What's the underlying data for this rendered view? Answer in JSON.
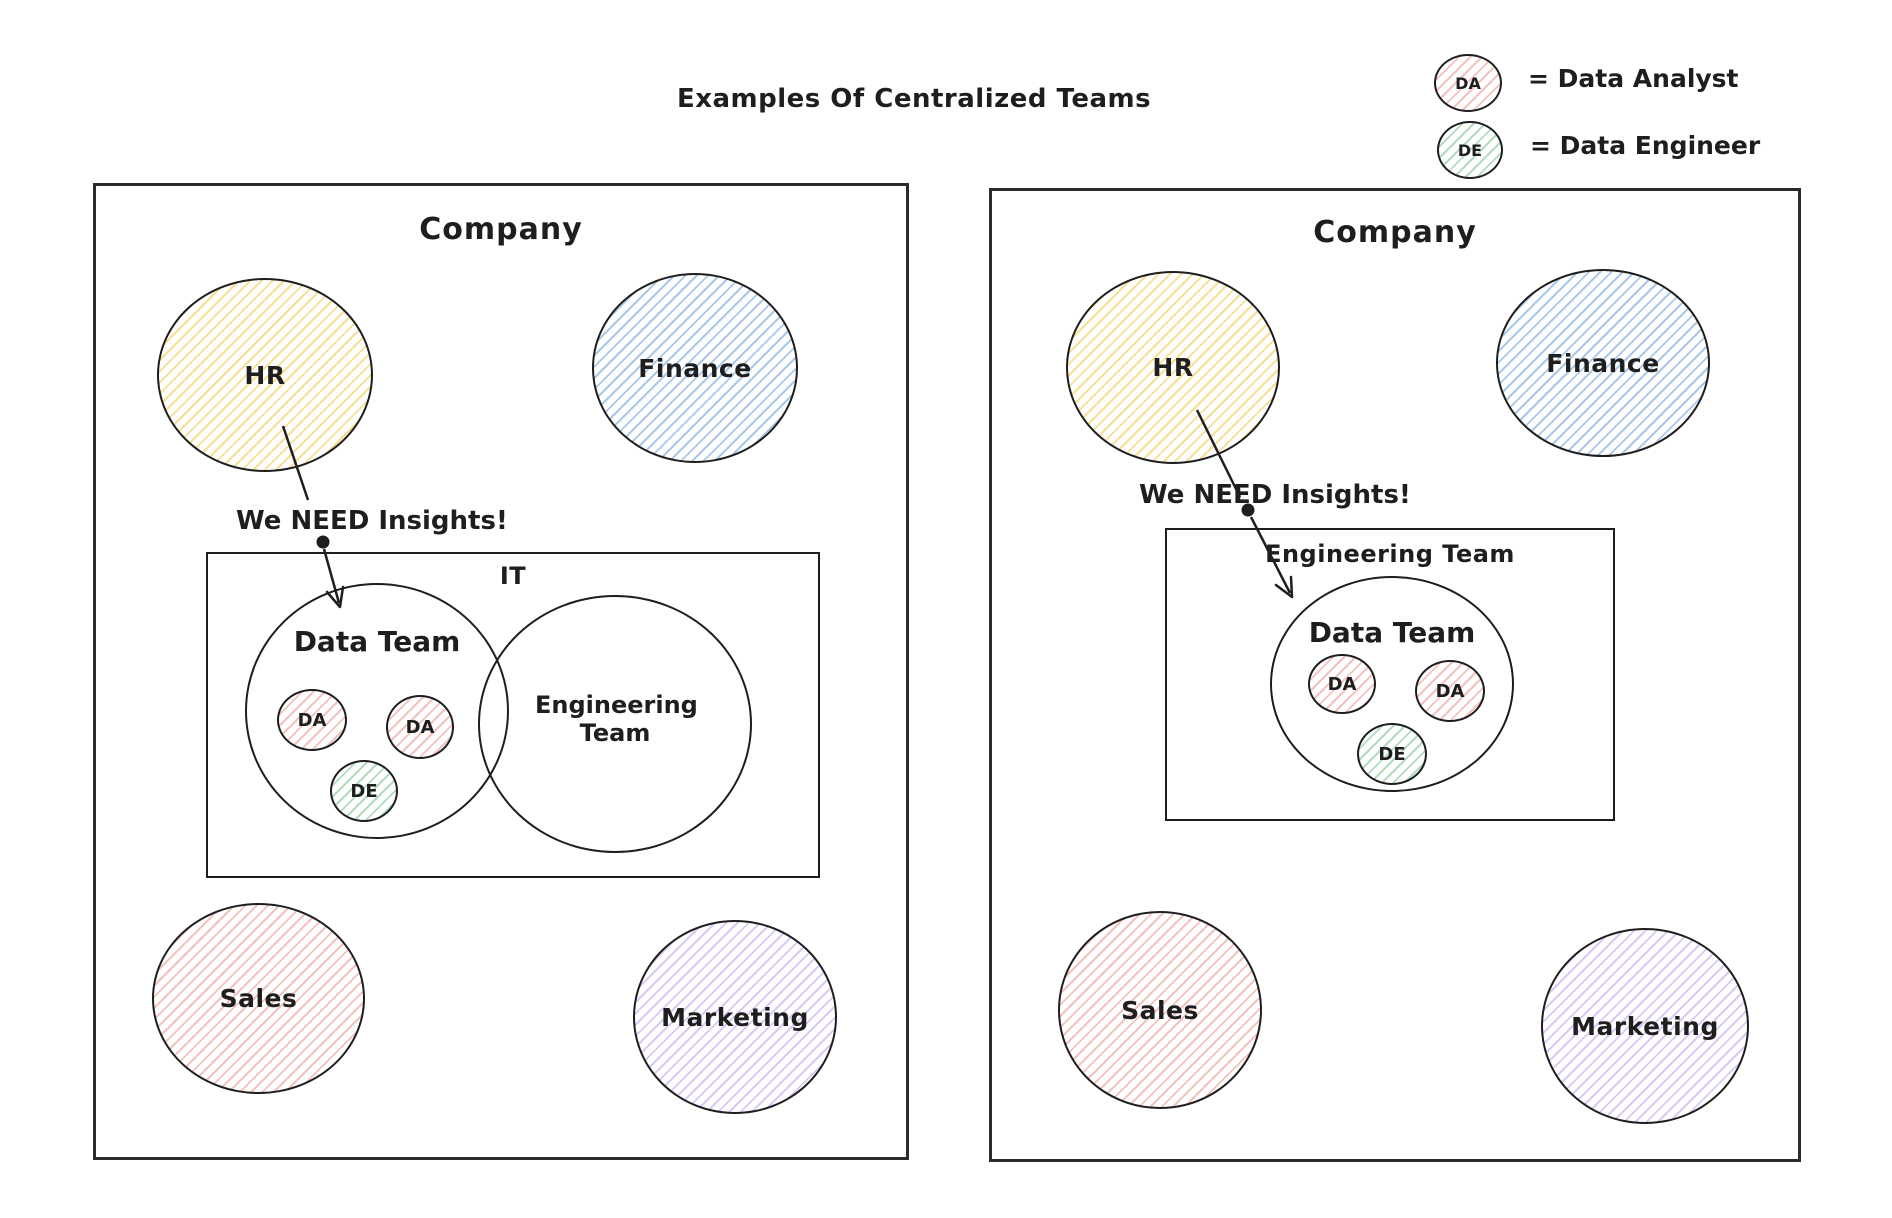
{
  "title": "Examples Of Centralized Teams",
  "legend": {
    "analyst": {
      "badge": "DA",
      "label": "= Data Analyst"
    },
    "engineer": {
      "badge": "DE",
      "label": "= Data Engineer"
    }
  },
  "colors": {
    "stroke": "#1e1e1e",
    "hr_yellow": "#f2c94c",
    "finance_blue": "#609cd8",
    "sales_red": "#e46e5f",
    "marketing_purple": "#a474e6",
    "analyst_pink": "#e46e5f",
    "engineer_green": "#52b36e"
  },
  "left_panel": {
    "company_label": "Company",
    "departments": {
      "hr": "HR",
      "finance": "Finance",
      "sales": "Sales",
      "marketing": "Marketing"
    },
    "callout": "We NEED Insights!",
    "it_box": {
      "label": "IT",
      "data_team_label": "Data Team",
      "engineering_team_label": "Engineering Team",
      "members": [
        "DA",
        "DA",
        "DE"
      ]
    }
  },
  "right_panel": {
    "company_label": "Company",
    "departments": {
      "hr": "HR",
      "finance": "Finance",
      "sales": "Sales",
      "marketing": "Marketing"
    },
    "callout": "We NEED Insights!",
    "engineering_box": {
      "label": "Engineering Team",
      "data_team_label": "Data Team",
      "members": [
        "DA",
        "DA",
        "DE"
      ]
    }
  }
}
